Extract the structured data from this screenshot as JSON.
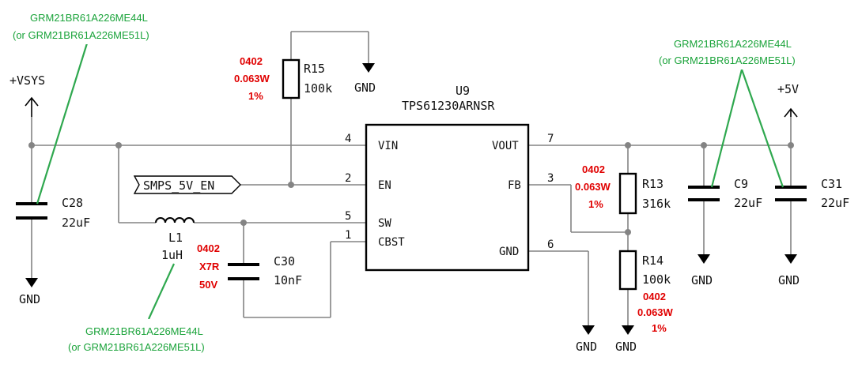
{
  "power": {
    "vsys": "+VSYS",
    "p5v": "+5V",
    "gnd": "GND"
  },
  "ic": {
    "ref": "U9",
    "value": "TPS61230ARNSR",
    "pins": [
      {
        "name": "VIN",
        "num": "4"
      },
      {
        "name": "EN",
        "num": "2"
      },
      {
        "name": "SW",
        "num": "5"
      },
      {
        "name": "CBST",
        "num": "1"
      },
      {
        "name": "VOUT",
        "num": "7"
      },
      {
        "name": "FB",
        "num": "3"
      },
      {
        "name": "GND",
        "num": "6"
      }
    ]
  },
  "net_labels": {
    "smps_en": "SMPS_5V_EN"
  },
  "components": {
    "R15": {
      "ref": "R15",
      "value": "100k",
      "notes": [
        "0402",
        "0.063W",
        "1%"
      ]
    },
    "R13": {
      "ref": "R13",
      "value": "316k",
      "notes": [
        "0402",
        "0.063W",
        "1%"
      ]
    },
    "R14": {
      "ref": "R14",
      "value": "100k",
      "notes": [
        "0402",
        "0.063W",
        "1%"
      ]
    },
    "C28": {
      "ref": "C28",
      "value": "22uF"
    },
    "C9": {
      "ref": "C9",
      "value": "22uF"
    },
    "C31": {
      "ref": "C31",
      "value": "22uF"
    },
    "C30": {
      "ref": "C30",
      "value": "10nF",
      "notes": [
        "0402",
        "X7R",
        "50V"
      ]
    },
    "L1": {
      "ref": "L1",
      "value": "1uH"
    }
  },
  "part_notes": [
    {
      "line1": "GRM21BR61A226ME44L",
      "line2": "(or GRM21BR61A226ME51L)"
    },
    {
      "line1": "GRM21BR61A226ME44L",
      "line2": "(or GRM21BR61A226ME51L)"
    },
    {
      "line1": "GRM21BR61A226ME44L",
      "line2": "(or GRM21BR61A226ME51L)"
    }
  ]
}
